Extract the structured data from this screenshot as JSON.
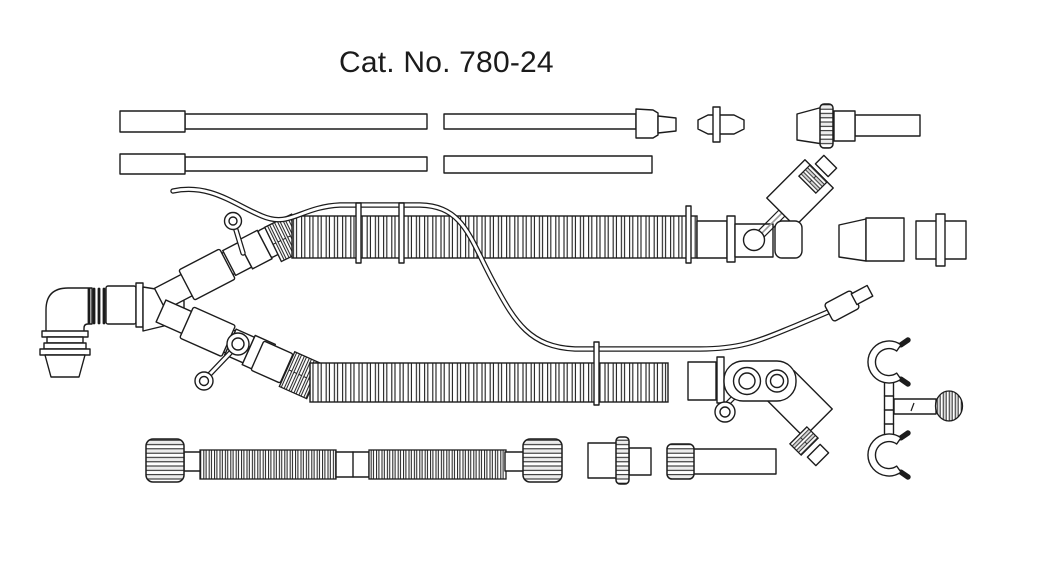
{
  "title": "Cat. No. 780-24",
  "colors": {
    "background": "#ffffff",
    "line": "#1c1c1c",
    "gray_shade": "#9a9a9a",
    "light_shade": "#ececec"
  },
  "diagram": {
    "type": "technical-line-drawing",
    "subject": "breathing-circuit tubing set parts layout",
    "components": [
      "straight-tube-with-sleeve-1",
      "straight-tube-with-sleeve-2",
      "tube-with-nozzle-tip",
      "plain-straight-tube",
      "small-cross-connector",
      "swivel-nut-connector-with-tube",
      "elbow-connector",
      "tapered-mask-adapter",
      "y-piece",
      "upper-limb-connector",
      "tethered-cap-upper",
      "corrugated-hose-upper",
      "hose-clip-1",
      "hose-clip-2",
      "hose-clip-3",
      "hose-clip-4",
      "gas-sampling-line",
      "sampling-line-luer-fitting",
      "upper-port-block-with-angled-arm",
      "tapered-adapter",
      "flanged-adapter",
      "lower-limb-connector",
      "tethered-cap-lower",
      "corrugated-hose-lower",
      "twin-port-connector-with-angled-luer",
      "dual-c-clip-holder",
      "flex-extension-tube-with-knurled-nuts",
      "knurled-ring-connector",
      "knurled-cap-with-tube"
    ]
  }
}
